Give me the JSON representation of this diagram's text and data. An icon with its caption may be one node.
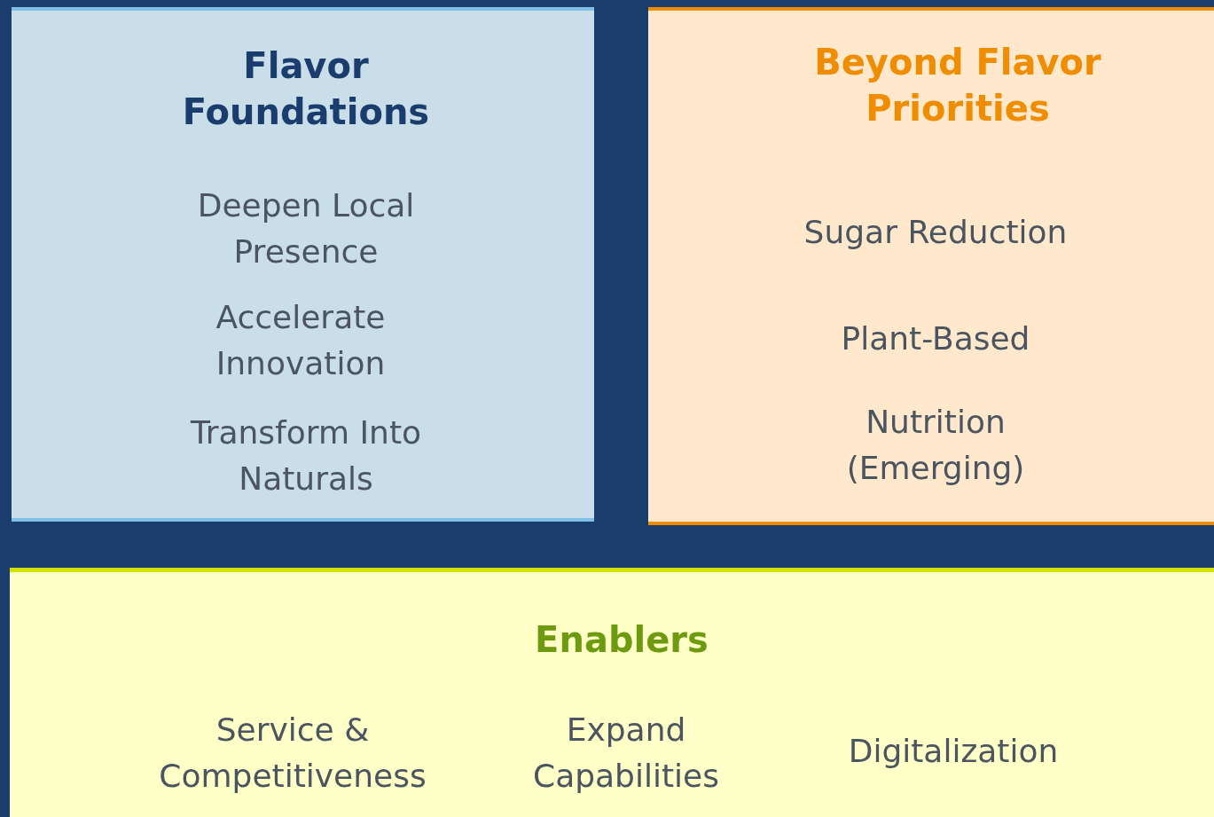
{
  "diagram": {
    "nodes": [
      {
        "text": [
          "Flavor Foundations",
          "Deepen Local Presence",
          "Accelerate Innovation",
          "Transform Into Naturals"
        ]
      },
      {
        "text": [
          "Beyond Flavor Priorities",
          "Sugar Reduction",
          "Plant-Based",
          "Nutrition (Emerging)"
        ]
      },
      {
        "text": [
          "Enablers",
          "Service & Competitiveness",
          "Expand Capabilities",
          "Digitalization"
        ]
      }
    ]
  }
}
